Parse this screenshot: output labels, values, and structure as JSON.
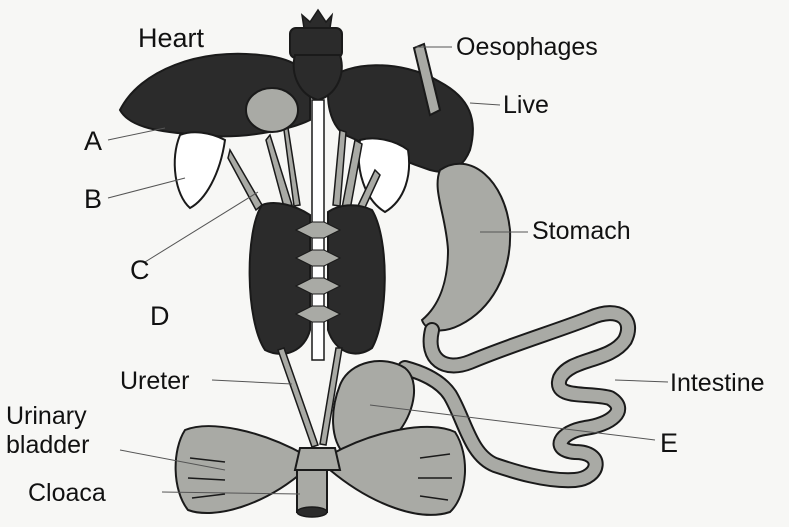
{
  "diagram": {
    "labels": {
      "heart": "Heart",
      "oesophagus": "Oesophages",
      "liver": "Live",
      "a": "A",
      "b": "B",
      "c": "C",
      "d": "D",
      "stomach": "Stomach",
      "ureter": "Ureter",
      "intestine": "Intestine",
      "urinary_bladder": "Urinary\nbladder",
      "e": "E",
      "cloaca": "Cloaca"
    }
  },
  "colors": {
    "dark_organ": "#2b2b2b",
    "light_organ": "#a9aaa5",
    "outline": "#1a1a1a",
    "background": "#f7f7f5"
  }
}
